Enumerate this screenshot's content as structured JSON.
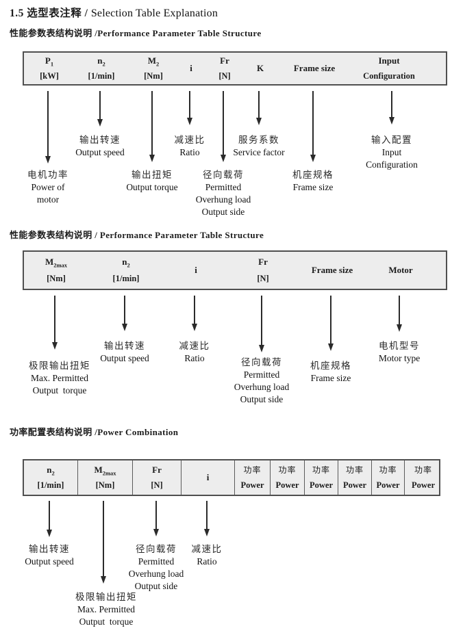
{
  "page": {
    "title_zh": "1.5 选型表注释 / ",
    "title_en": "Selection Table Explanation"
  },
  "colors": {
    "table_bg": "#ededed",
    "table_border": "#4f4f4f",
    "arrow": "#2a2a2a",
    "text": "#1c1c1c"
  },
  "icons": {
    "flow_arrow": "down-arrow"
  },
  "sections": [
    {
      "heading": "性能参数表结构说明 /Performance Parameter Table Structure",
      "table": {
        "columns": [
          {
            "sym": "P",
            "sub": "1",
            "unit": "[kW]"
          },
          {
            "sym": "n",
            "sub": "2",
            "unit": "[1/min]"
          },
          {
            "sym": "M",
            "sub": "2",
            "unit": "[Nm]"
          },
          {
            "sym": "i",
            "sub": "",
            "unit": ""
          },
          {
            "sym": "Fr",
            "sub": "",
            "unit": "[N]"
          },
          {
            "sym": "K",
            "sub": "",
            "unit": ""
          },
          {
            "sym": "Frame size",
            "sub": "",
            "unit": ""
          },
          {
            "sym": "Input",
            "sub": "",
            "unit": "Configuration"
          }
        ]
      },
      "labels": [
        {
          "zh": "输出转速",
          "en": [
            "Output speed"
          ]
        },
        {
          "zh": "减速比",
          "en": [
            "Ratio"
          ]
        },
        {
          "zh": "服务系数",
          "en": [
            "Service factor"
          ]
        },
        {
          "zh": "输入配置",
          "en": [
            "Input",
            "Configuration"
          ]
        },
        {
          "zh": "电机功率",
          "en": [
            "Power of",
            "motor"
          ]
        },
        {
          "zh": "输出扭矩",
          "en": [
            "Output torque"
          ]
        },
        {
          "zh": "径向载荷",
          "en": [
            "Permitted",
            "Overhung load",
            "Output side"
          ]
        },
        {
          "zh": "机座规格",
          "en": [
            "Frame size"
          ]
        }
      ]
    },
    {
      "heading": "性能参数表结构说明 / Performance Parameter Table Structure",
      "table": {
        "columns": [
          {
            "sym": "M",
            "sub": "2max",
            "unit": "[Nm]"
          },
          {
            "sym": "n",
            "sub": "2",
            "unit": "[1/min]"
          },
          {
            "sym": "i",
            "sub": "",
            "unit": ""
          },
          {
            "sym": "Fr",
            "sub": "",
            "unit": "[N]"
          },
          {
            "sym": "Frame size",
            "sub": "",
            "unit": ""
          },
          {
            "sym": "Motor",
            "sub": "",
            "unit": ""
          }
        ]
      },
      "labels": [
        {
          "zh": "输出转速",
          "en": [
            "Output speed"
          ]
        },
        {
          "zh": "减速比",
          "en": [
            "Ratio"
          ]
        },
        {
          "zh": "电机型号",
          "en": [
            "Motor type"
          ]
        },
        {
          "zh": "极限输出扭矩",
          "en": [
            "Max. Permitted",
            "Output  torque"
          ]
        },
        {
          "zh": "径向载荷",
          "en": [
            "Permitted",
            "Overhung load",
            "Output side"
          ]
        },
        {
          "zh": "机座规格",
          "en": [
            "Frame size"
          ]
        }
      ]
    },
    {
      "heading": "功率配置表结构说明 /Power Combination",
      "table": {
        "columns": [
          {
            "sym": "n",
            "sub": "2",
            "unit": "[1/min]"
          },
          {
            "sym": "M",
            "sub": "2max",
            "unit": "[Nm]"
          },
          {
            "sym": "Fr",
            "sub": "",
            "unit": "[N]"
          },
          {
            "sym": "i",
            "sub": "",
            "unit": ""
          },
          {
            "sym": "功率",
            "sub": "",
            "unit": "Power"
          },
          {
            "sym": "功率",
            "sub": "",
            "unit": "Power"
          },
          {
            "sym": "功率",
            "sub": "",
            "unit": "Power"
          },
          {
            "sym": "功率",
            "sub": "",
            "unit": "Power"
          },
          {
            "sym": "功率",
            "sub": "",
            "unit": "Power"
          },
          {
            "sym": "功率",
            "sub": "",
            "unit": "Power"
          }
        ]
      },
      "labels": [
        {
          "zh": "输出转速",
          "en": [
            "Output speed"
          ]
        },
        {
          "zh": "极限输出扭矩",
          "en": [
            "Max. Permitted",
            "Output  torque"
          ]
        },
        {
          "zh": "径向载荷",
          "en": [
            "Permitted",
            "Overhung load",
            "Output side"
          ]
        },
        {
          "zh": "减速比",
          "en": [
            "Ratio"
          ]
        }
      ]
    }
  ]
}
